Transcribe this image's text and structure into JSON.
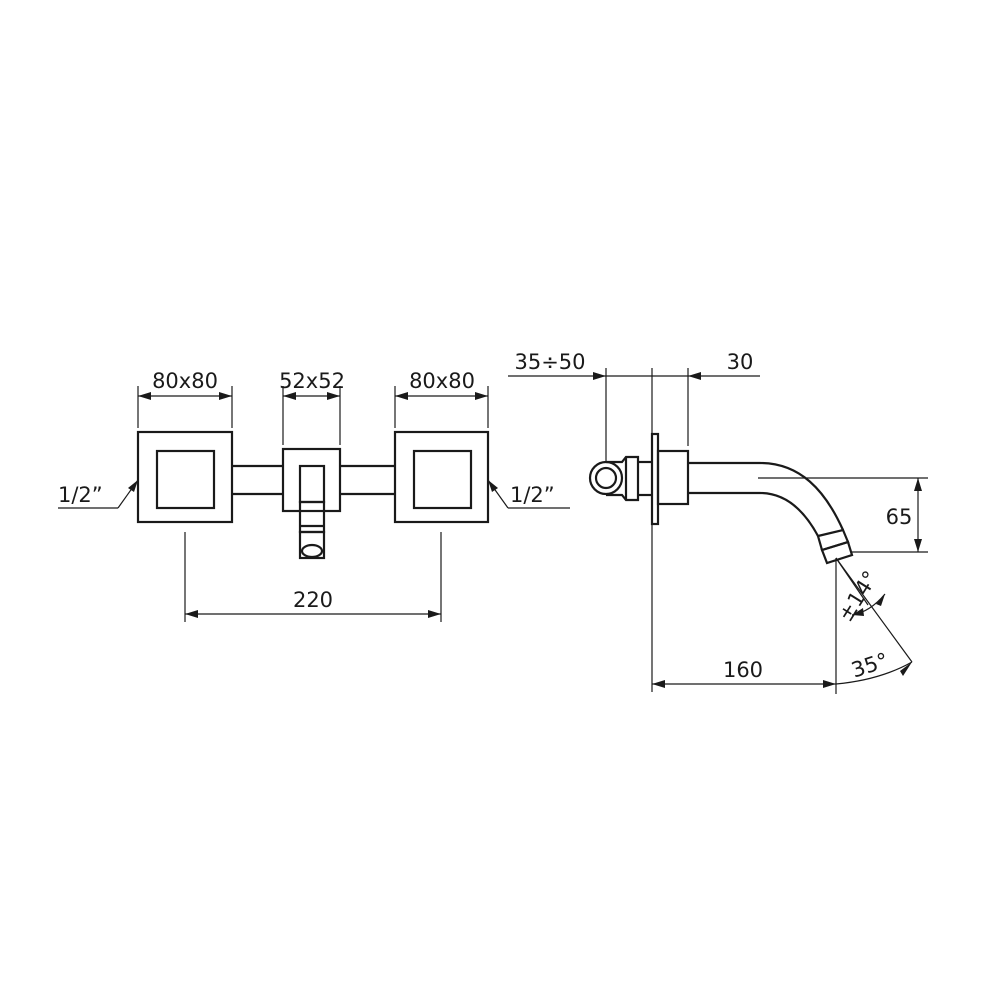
{
  "front_view": {
    "left_handle_size": "80x80",
    "spout_size": "52x52",
    "right_handle_size": "80x80",
    "left_thread": "1/2”",
    "right_thread": "1/2”",
    "center_distance": "220"
  },
  "side_view": {
    "wall_depth_range": "35÷50",
    "plate_depth": "30",
    "spout_drop": "65",
    "swivel_angle": "±14°",
    "outlet_angle": "35°",
    "spout_projection": "160"
  }
}
